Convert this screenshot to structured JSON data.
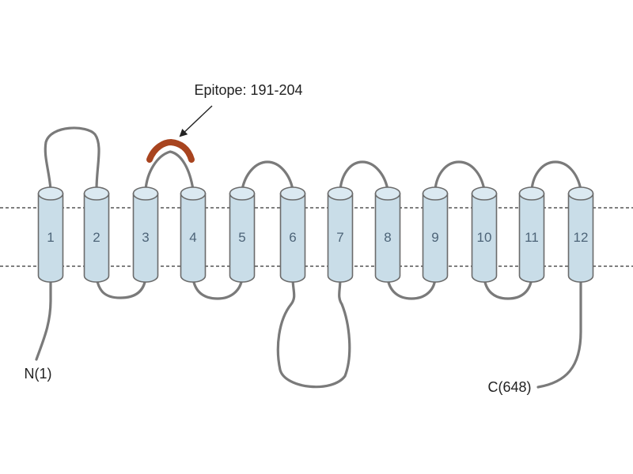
{
  "diagram": {
    "helix_labels": [
      "1",
      "2",
      "3",
      "4",
      "5",
      "6",
      "7",
      "8",
      "9",
      "10",
      "11",
      "12"
    ],
    "epitope_label": "Epitope: 191-204",
    "n_terminus": "N(1)",
    "c_terminus": "C(648)",
    "colors": {
      "helix_fill": "#c9dde8",
      "helix_top": "#dbe9f1",
      "helix_stroke": "#6b6b6b",
      "loop": "#7a7a7a",
      "epitope": "#a8441f",
      "membrane_line": "#333333"
    }
  }
}
